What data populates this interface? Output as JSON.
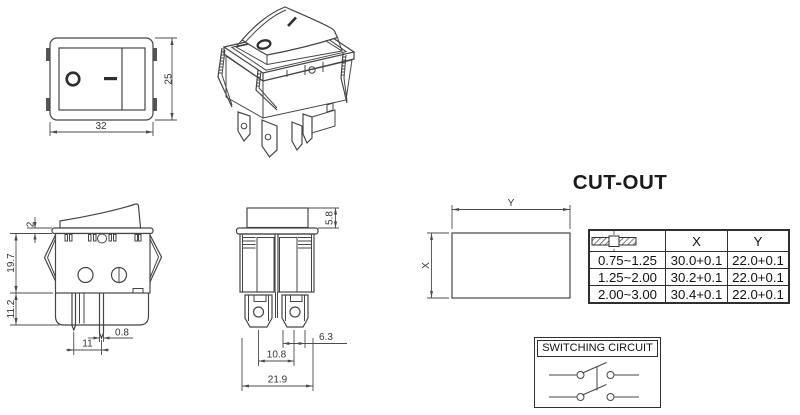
{
  "drawing": {
    "type": "rocker-switch-technical-drawing",
    "views": {
      "front": {
        "dim_width": "32",
        "dim_height": "25",
        "off_mark": "O",
        "on_mark": "–"
      },
      "iso": {
        "off_mark": "O",
        "on_mark": "I"
      },
      "side": {
        "dim_flange_thickness": "2",
        "dim_body_depth": "19.7",
        "dim_terminal_length": "11.2",
        "dim_terminal_thickness": "0.8",
        "dim_terminal_pitch": "11"
      },
      "end": {
        "dim_actuator_height": "5.8",
        "dim_terminal_width": "6.3",
        "dim_terminal_pitch": "10.8",
        "dim_body_width": "21.9"
      }
    }
  },
  "cutout": {
    "title": "CUT-OUT",
    "width_label": "Y",
    "height_label": "X",
    "table": {
      "thickness_icon": "panel-thickness-icon",
      "col_x": "X",
      "col_y": "Y",
      "rows": [
        {
          "thickness": "0.75~1.25",
          "x": "30.0+0.1",
          "y": "22.0+0.1"
        },
        {
          "thickness": "1.25~2.00",
          "x": "30.2+0.1",
          "y": "22.0+0.1"
        },
        {
          "thickness": "2.00~3.00",
          "x": "30.4+0.1",
          "y": "22.0+0.1"
        }
      ]
    }
  },
  "circuit": {
    "title": "SWITCHING CIRCUIT"
  }
}
